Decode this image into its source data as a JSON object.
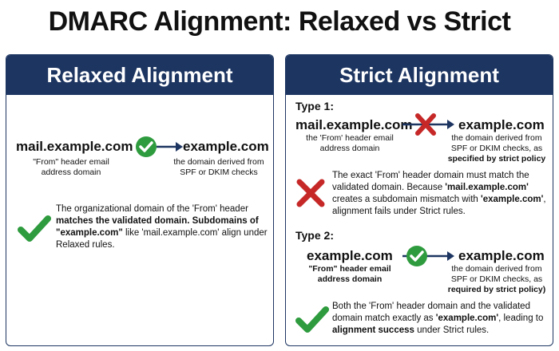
{
  "title": "DMARC Alignment: Relaxed vs Strict",
  "relaxed": {
    "header": "Relaxed Alignment",
    "from_domain": "mail.example.com",
    "from_caption": "\"From\" header email address domain",
    "to_domain": "example.com",
    "to_caption_line1": "the domain derived from",
    "to_caption_line2": "SPF or DKIM checks",
    "result_icon": "check-icon",
    "explanation_1": "The organizational domain of the 'From' header ",
    "explanation_bold": "matches the validated domain. Subdomains of \"example.com\"",
    "explanation_2": " like 'mail.example.com' align under Relaxed rules."
  },
  "strict": {
    "header": "Strict Alignment",
    "type1": {
      "label": "Type 1:",
      "from_domain": "mail.example.com",
      "from_caption": "the 'From' header email address domain",
      "to_domain": "example.com",
      "to_caption_line1": "the domain derived from",
      "to_caption_line2": "SPF or DKIM checks, as",
      "to_caption_line3": "specified by strict policy",
      "arrow_icon": "x-icon",
      "result_icon": "x-icon",
      "explanation_1": "The exact 'From' header domain must match the validated domain. Because ",
      "explanation_bold1": "'mail.example.com'",
      "explanation_2": " creates a subdomain mismatch with ",
      "explanation_bold2": "'example.com'",
      "explanation_3": ", alignment fails under Strict rules."
    },
    "type2": {
      "label": "Type 2:",
      "from_domain": "example.com",
      "from_caption": "\"From\" header email address domain",
      "to_domain": "example.com",
      "to_caption_line1": "the domain derived from",
      "to_caption_line2": "SPF or DKIM checks, as",
      "to_caption_line3": "required by strict policy)",
      "arrow_icon": "check-icon",
      "result_icon": "check-icon",
      "explanation_1": "Both the 'From' header domain and the validated domain match exactly as ",
      "explanation_bold1": "'example.com'",
      "explanation_2": ", leading to ",
      "explanation_bold2": "alignment success",
      "explanation_3": " under Strict rules."
    }
  },
  "colors": {
    "header_bg": "#1d3561",
    "check_green": "#2e9b3e",
    "cross_red": "#c62828",
    "arrow_navy": "#1d3561"
  }
}
